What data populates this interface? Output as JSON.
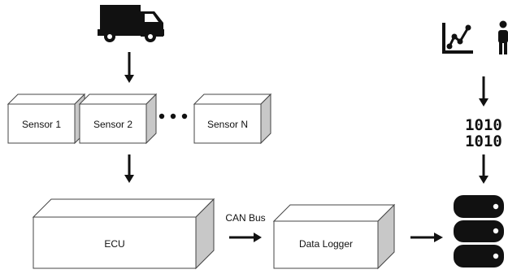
{
  "sensors": [
    {
      "label": "Sensor 1"
    },
    {
      "label": "Sensor 2"
    },
    {
      "label": "Sensor N"
    }
  ],
  "ecu": {
    "label": "ECU"
  },
  "bus": {
    "label": "CAN Bus"
  },
  "logger": {
    "label": "Data Logger"
  },
  "binary": {
    "line1": "1010",
    "line2": "1010"
  },
  "icons": {
    "truck": "truck-icon",
    "analytics": "line-chart-icon",
    "person": "person-icon",
    "database": "database-icon",
    "ellipsis": "ellipsis-icon"
  },
  "colors": {
    "box_front": "#ffffff",
    "box_top": "#ffffff",
    "box_side": "#c8c8c8",
    "ink": "#111111"
  }
}
